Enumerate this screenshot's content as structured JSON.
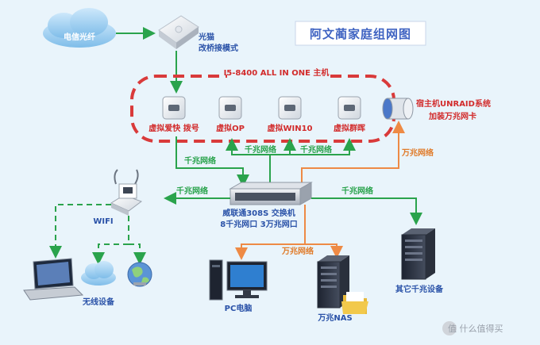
{
  "title": "阿文蔺家庭组网图",
  "nodes": {
    "fiber": "电信光纤",
    "modem_line1": "光猫",
    "modem_line2": "改桥接模式",
    "host_title": "I5-8400 ALL IN ONE 主机",
    "vm1": "虚拟爱快 拨号",
    "vm2": "虚拟OP",
    "vm3": "虚拟WIN10",
    "vm4": "虚拟群晖",
    "nic_line1": "宿主机UNRAID系统",
    "nic_line2": "加装万兆网卡",
    "switch_line1": "威联通308S 交换机",
    "switch_line2": "8千兆网口 3万兆网口",
    "wifi": "WIFI",
    "wireless": "无线设备",
    "pc": "PC电脑",
    "nas": "万兆NAS",
    "other": "其它千兆设备"
  },
  "links": {
    "gigabit": "千兆网络",
    "tengig": "万兆网络"
  },
  "watermark": "值 什么值得买",
  "colors": {
    "green": "#2aa34c",
    "orange": "#ee8a45",
    "red": "#d93a3a",
    "blue": "#2a52a8"
  }
}
